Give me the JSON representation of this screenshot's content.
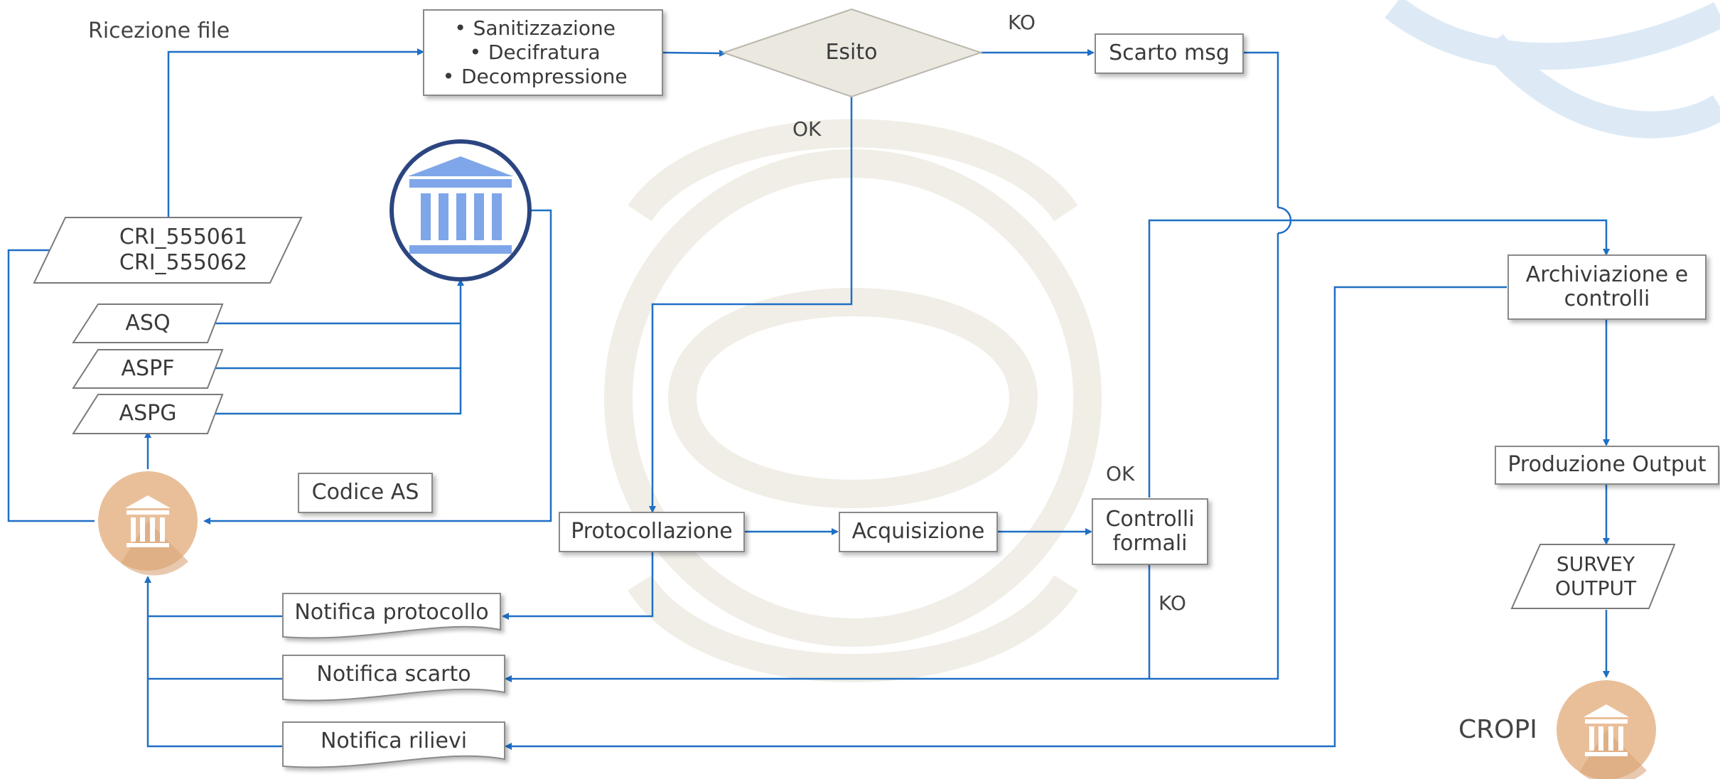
{
  "colors": {
    "connector": "#1f6fc4",
    "box_border": "#8a8a8a",
    "diamond_fill": "#ebe9df",
    "bank_blue": "#2b4580",
    "bank_icon_fill": "#7fa6e8",
    "bank_peach": "#e9bf9a",
    "watermark": "#e6e1d4"
  },
  "labels": {
    "ricezione_file": "Ricezione file",
    "ko_top": "KO",
    "ok_esito": "OK",
    "ok_controlli": "OK",
    "ko_controlli": "KO",
    "cropi": "CROPI"
  },
  "process": {
    "steps": [
      "Sanitizzazione",
      "Decifratura",
      "Decompressione"
    ],
    "esito": "Esito",
    "scarto_msg": "Scarto msg",
    "protocollazione": "Protocollazione",
    "acquisizione": "Acquisizione",
    "controlli_formali": "Controlli formali",
    "archiviazione": "Archiviazione e controlli",
    "produzione_output": "Produzione Output",
    "codice_as": "Codice AS"
  },
  "inputs": {
    "cri": [
      "CRI_555061",
      "CRI_555062"
    ],
    "asq": "ASQ",
    "aspf": "ASPF",
    "aspg": "ASPG",
    "survey_output": [
      "SURVEY",
      "OUTPUT"
    ]
  },
  "notifications": {
    "protocollo": "Notifica protocollo",
    "scarto": "Notifica scarto",
    "rilievi": "Notifica rilievi"
  },
  "icons": {
    "central_bank": "bank-building-icon",
    "reporter": "bank-building-icon",
    "cropi": "bank-building-icon"
  }
}
